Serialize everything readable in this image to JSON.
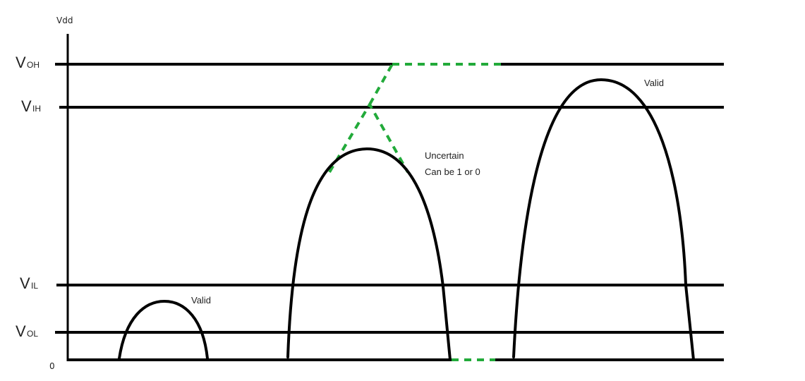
{
  "axis": {
    "top_label": "Vdd",
    "origin_label": "0"
  },
  "levels": {
    "voh": {
      "main": "V",
      "sub": "OH"
    },
    "vih": {
      "main": "V",
      "sub": "IH"
    },
    "vil": {
      "main": "V",
      "sub": "IL"
    },
    "vol": {
      "main": "V",
      "sub": "OL"
    }
  },
  "annotations": {
    "valid_small": "Valid",
    "uncertain_line1": "Uncertain",
    "uncertain_line2": "Can be 1 or 0",
    "valid_large": "Valid"
  },
  "colors": {
    "lines": "#000000",
    "uncertain_dashes": "#22aa3a",
    "background": "#ffffff"
  }
}
